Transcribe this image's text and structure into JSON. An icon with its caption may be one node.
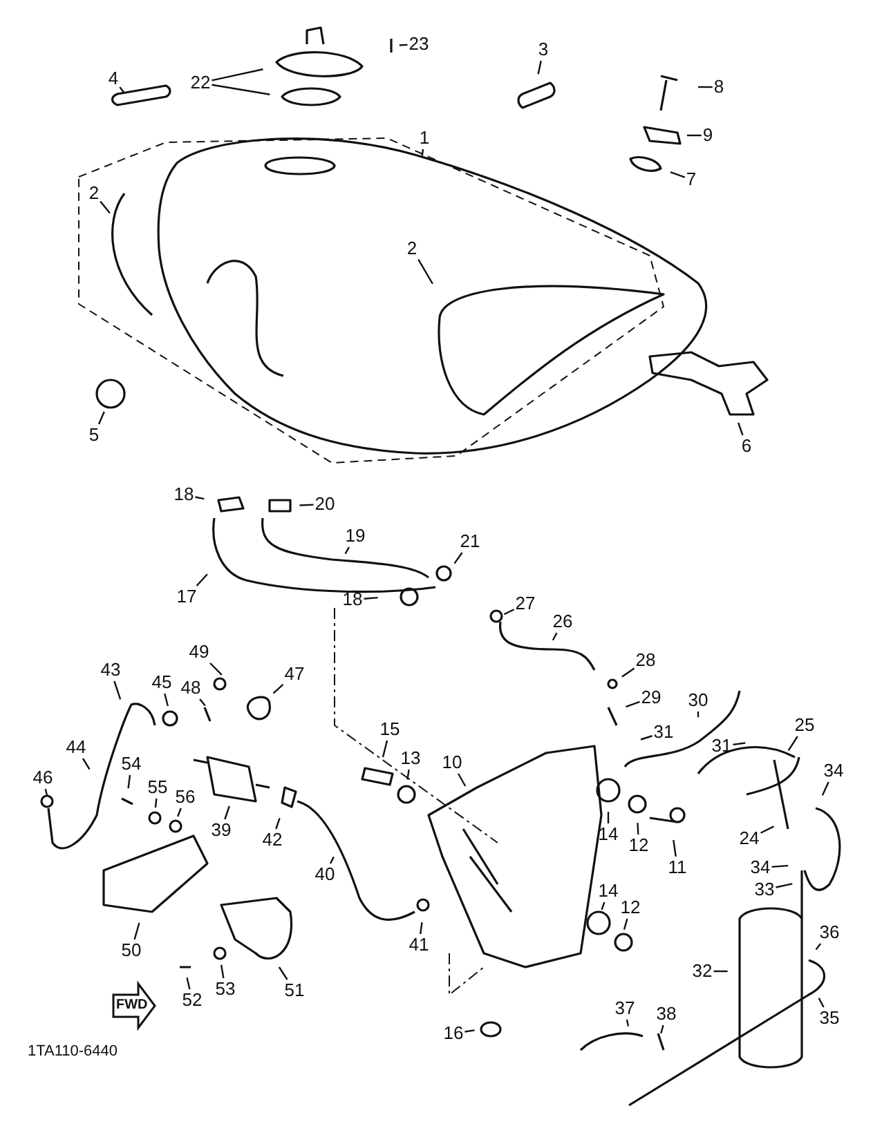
{
  "diagram": {
    "nodes": [
      {
        "text": [
          "23"
        ]
      },
      {
        "text": [
          "3"
        ]
      },
      {
        "text": [
          "22"
        ]
      },
      {
        "text": [
          "4"
        ]
      },
      {
        "text": [
          "8"
        ]
      },
      {
        "text": [
          "1"
        ]
      },
      {
        "text": [
          "9"
        ]
      },
      {
        "text": [
          "7"
        ]
      },
      {
        "text": [
          "2"
        ]
      },
      {
        "text": [
          "2"
        ]
      },
      {
        "text": [
          "6"
        ]
      },
      {
        "text": [
          "5"
        ]
      },
      {
        "text": [
          "18"
        ]
      },
      {
        "text": [
          "20"
        ]
      },
      {
        "text": [
          "19"
        ]
      },
      {
        "text": [
          "17"
        ]
      },
      {
        "text": [
          "21"
        ]
      },
      {
        "text": [
          "18"
        ]
      },
      {
        "text": [
          "27"
        ]
      },
      {
        "text": [
          "26"
        ]
      },
      {
        "text": [
          "28"
        ]
      },
      {
        "text": [
          "29"
        ]
      },
      {
        "text": [
          "30"
        ]
      },
      {
        "text": [
          "31"
        ]
      },
      {
        "text": [
          "31"
        ]
      },
      {
        "text": [
          "25"
        ]
      },
      {
        "text": [
          "34"
        ]
      },
      {
        "text": [
          "24"
        ]
      },
      {
        "text": [
          "34"
        ]
      },
      {
        "text": [
          "33"
        ]
      },
      {
        "text": [
          "36"
        ]
      },
      {
        "text": [
          "32"
        ]
      },
      {
        "text": [
          "35"
        ]
      },
      {
        "text": [
          "37"
        ]
      },
      {
        "text": [
          "38"
        ]
      },
      {
        "text": [
          "16"
        ]
      },
      {
        "text": [
          "10"
        ]
      },
      {
        "text": [
          "15"
        ]
      },
      {
        "text": [
          "13"
        ]
      },
      {
        "text": [
          "14"
        ]
      },
      {
        "text": [
          "12"
        ]
      },
      {
        "text": [
          "11"
        ]
      },
      {
        "text": [
          "14"
        ]
      },
      {
        "text": [
          "12"
        ]
      },
      {
        "text": [
          "41"
        ]
      },
      {
        "text": [
          "40"
        ]
      },
      {
        "text": [
          "42"
        ]
      },
      {
        "text": [
          "47"
        ]
      },
      {
        "text": [
          "49"
        ]
      },
      {
        "text": [
          "48"
        ]
      },
      {
        "text": [
          "45"
        ]
      },
      {
        "text": [
          "43"
        ]
      },
      {
        "text": [
          "44"
        ]
      },
      {
        "text": [
          "46"
        ]
      },
      {
        "text": [
          "54"
        ]
      },
      {
        "text": [
          "55"
        ]
      },
      {
        "text": [
          "56"
        ]
      },
      {
        "text": [
          "39"
        ]
      },
      {
        "text": [
          "50"
        ]
      },
      {
        "text": [
          "53"
        ]
      },
      {
        "text": [
          "51"
        ]
      },
      {
        "text": [
          "52"
        ]
      }
    ],
    "edges": [
      {
        "from": 0,
        "to": null,
        "arrow": "none"
      },
      {
        "from": 1,
        "to": null,
        "arrow": "none"
      },
      {
        "from": 2,
        "to": null,
        "arrow": "none"
      },
      {
        "from": 2,
        "to": null,
        "arrow": "none"
      },
      {
        "from": 3,
        "to": null,
        "arrow": "none"
      },
      {
        "from": 4,
        "to": null,
        "arrow": "none"
      },
      {
        "from": 5,
        "to": null,
        "arrow": "none"
      },
      {
        "from": 6,
        "to": null,
        "arrow": "none"
      },
      {
        "from": 7,
        "to": null,
        "arrow": "none"
      },
      {
        "from": 8,
        "to": null,
        "arrow": "none"
      },
      {
        "from": 9,
        "to": null,
        "arrow": "none"
      },
      {
        "from": 10,
        "to": null,
        "arrow": "none"
      },
      {
        "from": 11,
        "to": null,
        "arrow": "none"
      },
      {
        "from": 12,
        "to": null,
        "arrow": "none"
      },
      {
        "from": 13,
        "to": null,
        "arrow": "none"
      },
      {
        "from": 14,
        "to": null,
        "arrow": "none"
      },
      {
        "from": 15,
        "to": null,
        "arrow": "none"
      },
      {
        "from": 16,
        "to": null,
        "arrow": "none"
      },
      {
        "from": 17,
        "to": null,
        "arrow": "none"
      },
      {
        "from": 18,
        "to": null,
        "arrow": "none"
      },
      {
        "from": 19,
        "to": null,
        "arrow": "none"
      },
      {
        "from": 20,
        "to": null,
        "arrow": "none"
      },
      {
        "from": 21,
        "to": null,
        "arrow": "none"
      },
      {
        "from": 22,
        "to": null,
        "arrow": "none"
      },
      {
        "from": 23,
        "to": null,
        "arrow": "none"
      },
      {
        "from": 24,
        "to": null,
        "arrow": "none"
      },
      {
        "from": 25,
        "to": null,
        "arrow": "none"
      },
      {
        "from": 26,
        "to": null,
        "arrow": "none"
      },
      {
        "from": 27,
        "to": null,
        "arrow": "none"
      },
      {
        "from": 28,
        "to": null,
        "arrow": "none"
      },
      {
        "from": 29,
        "to": null,
        "arrow": "none"
      },
      {
        "from": 30,
        "to": null,
        "arrow": "none"
      },
      {
        "from": 31,
        "to": null,
        "arrow": "none"
      },
      {
        "from": 32,
        "to": null,
        "arrow": "none"
      },
      {
        "from": 33,
        "to": null,
        "arrow": "none"
      },
      {
        "from": 34,
        "to": null,
        "arrow": "none"
      },
      {
        "from": 35,
        "to": null,
        "arrow": "none"
      },
      {
        "from": 36,
        "to": null,
        "arrow": "none"
      },
      {
        "from": 37,
        "to": null,
        "arrow": "none"
      },
      {
        "from": 38,
        "to": null,
        "arrow": "none"
      },
      {
        "from": 39,
        "to": null,
        "arrow": "none"
      },
      {
        "from": 40,
        "to": null,
        "arrow": "none"
      },
      {
        "from": 41,
        "to": null,
        "arrow": "none"
      },
      {
        "from": 42,
        "to": null,
        "arrow": "none"
      },
      {
        "from": 43,
        "to": null,
        "arrow": "none"
      },
      {
        "from": 44,
        "to": null,
        "arrow": "none"
      },
      {
        "from": 45,
        "to": null,
        "arrow": "none"
      },
      {
        "from": 46,
        "to": null,
        "arrow": "none"
      },
      {
        "from": 47,
        "to": null,
        "arrow": "none"
      },
      {
        "from": 48,
        "to": null,
        "arrow": "none"
      },
      {
        "from": 49,
        "to": null,
        "arrow": "none"
      },
      {
        "from": 50,
        "to": null,
        "arrow": "none"
      },
      {
        "from": 51,
        "to": null,
        "arrow": "none"
      },
      {
        "from": 52,
        "to": null,
        "arrow": "none"
      },
      {
        "from": 53,
        "to": null,
        "arrow": "none"
      },
      {
        "from": 54,
        "to": null,
        "arrow": "none"
      },
      {
        "from": 55,
        "to": null,
        "arrow": "none"
      },
      {
        "from": 56,
        "to": null,
        "arrow": "none"
      },
      {
        "from": 57,
        "to": null,
        "arrow": "none"
      },
      {
        "from": 58,
        "to": null,
        "arrow": "none"
      },
      {
        "from": 59,
        "to": null,
        "arrow": "none"
      },
      {
        "from": 60,
        "to": null,
        "arrow": "none"
      },
      {
        "from": 61,
        "to": null,
        "arrow": "none"
      }
    ],
    "labels": [
      "FWD",
      "1TA110-6440"
    ]
  }
}
